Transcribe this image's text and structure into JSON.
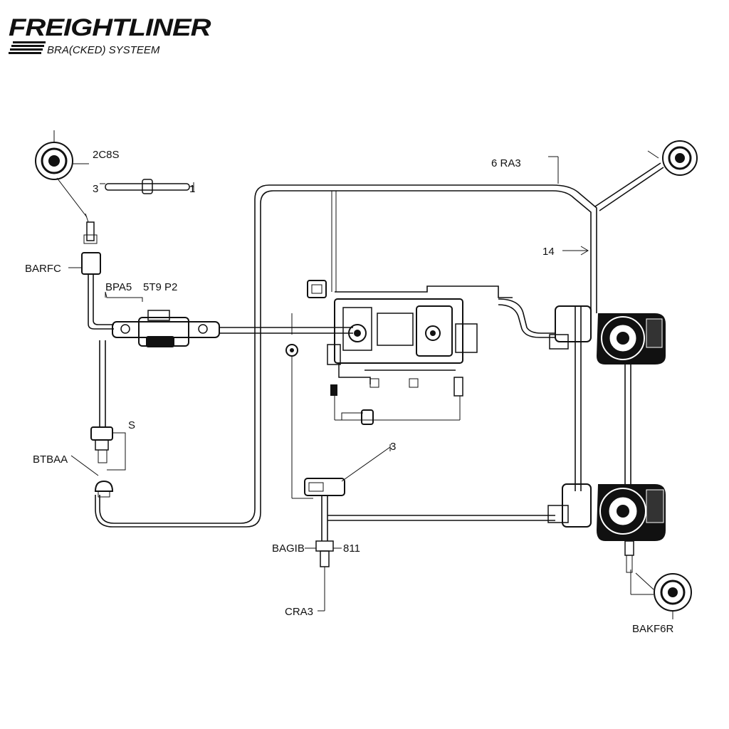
{
  "header": {
    "brand": "FREIGHTLINER",
    "subtitle": "BRA(CKED) SYSTEEM"
  },
  "labels": {
    "l_2c8s": "2C8S",
    "l_3_top": "3",
    "l_1_top": "1",
    "l_barfc": "BARFC",
    "l_bpa5": "BPA5",
    "l_5t9p2": "5T9 P2",
    "l_6ra3": "6 RA3",
    "l_14": "14",
    "l_s": "S",
    "l_btbaa": "BTBAA",
    "l_3_mid": "3",
    "l_bagib": "BAGIB",
    "l_811": "811",
    "l_cra3": "CRA3",
    "l_bakf6r": "BAKF6R"
  },
  "colors": {
    "ink": "#111111",
    "background": "#ffffff"
  }
}
